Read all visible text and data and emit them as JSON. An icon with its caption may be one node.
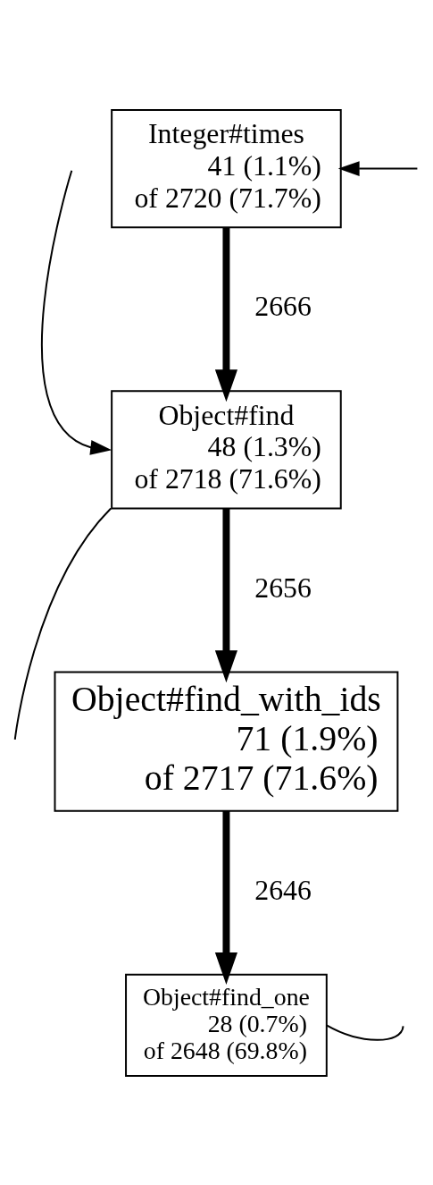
{
  "diagram": {
    "nodes": [
      {
        "text": [
          "Integer#times",
          "41 (1.1%)",
          "of 2720 (71.7%)"
        ]
      },
      {
        "text": [
          "Object#find",
          "48 (1.3%)",
          "of 2718 (71.6%)"
        ]
      },
      {
        "text": [
          "Object#find_with_ids",
          "71 (1.9%)",
          "of 2717 (71.6%)"
        ]
      },
      {
        "text": [
          "Object#find_one",
          "28 (0.7%)",
          "of 2648 (69.8%)"
        ]
      }
    ],
    "edges": [
      {
        "from": 0,
        "to": 1,
        "arrow": "to",
        "label": "2666",
        "style": "thick"
      },
      {
        "from": 1,
        "to": 2,
        "arrow": "to",
        "label": "2656",
        "style": "thick"
      },
      {
        "from": 2,
        "to": 3,
        "arrow": "to",
        "label": "2646",
        "style": "thick"
      },
      {
        "from": null,
        "to": 0,
        "arrow": "to"
      },
      {
        "from": null,
        "to": 1,
        "arrow": "to"
      },
      {
        "from": 1,
        "to": null,
        "arrow": "none"
      },
      {
        "from": 3,
        "to": null,
        "arrow": "none"
      }
    ]
  }
}
